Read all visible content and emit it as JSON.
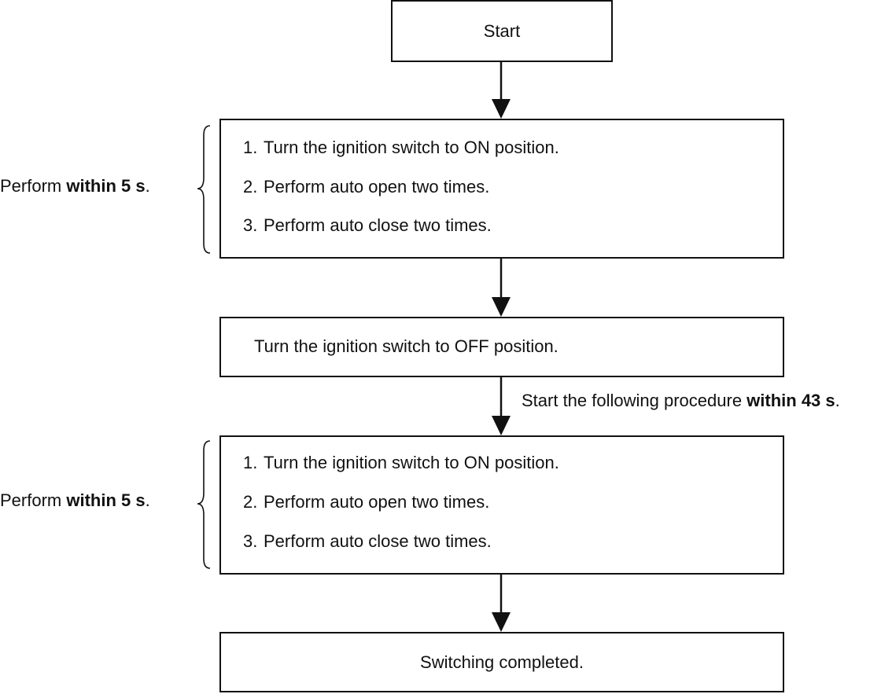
{
  "start_box": {
    "label": "Start"
  },
  "step_group_1": {
    "side_label": {
      "prefix": "Perform ",
      "bold": "within 5 s",
      "suffix": "."
    },
    "steps": [
      {
        "num": "1.",
        "text": "Turn the ignition switch to ON position."
      },
      {
        "num": "2.",
        "text": "Perform auto open two times."
      },
      {
        "num": "3.",
        "text": "Perform auto close two times."
      }
    ]
  },
  "off_box": {
    "label": "Turn the ignition switch to OFF position."
  },
  "transition_note": {
    "prefix": "Start the following procedure ",
    "bold": "within 43 s",
    "suffix": "."
  },
  "step_group_2": {
    "side_label": {
      "prefix": "Perform ",
      "bold": "within 5 s",
      "suffix": "."
    },
    "steps": [
      {
        "num": "1.",
        "text": "Turn the ignition switch to ON position."
      },
      {
        "num": "2.",
        "text": "Perform auto open two times."
      },
      {
        "num": "3.",
        "text": "Perform auto close two times."
      }
    ]
  },
  "end_box": {
    "label": "Switching completed."
  }
}
